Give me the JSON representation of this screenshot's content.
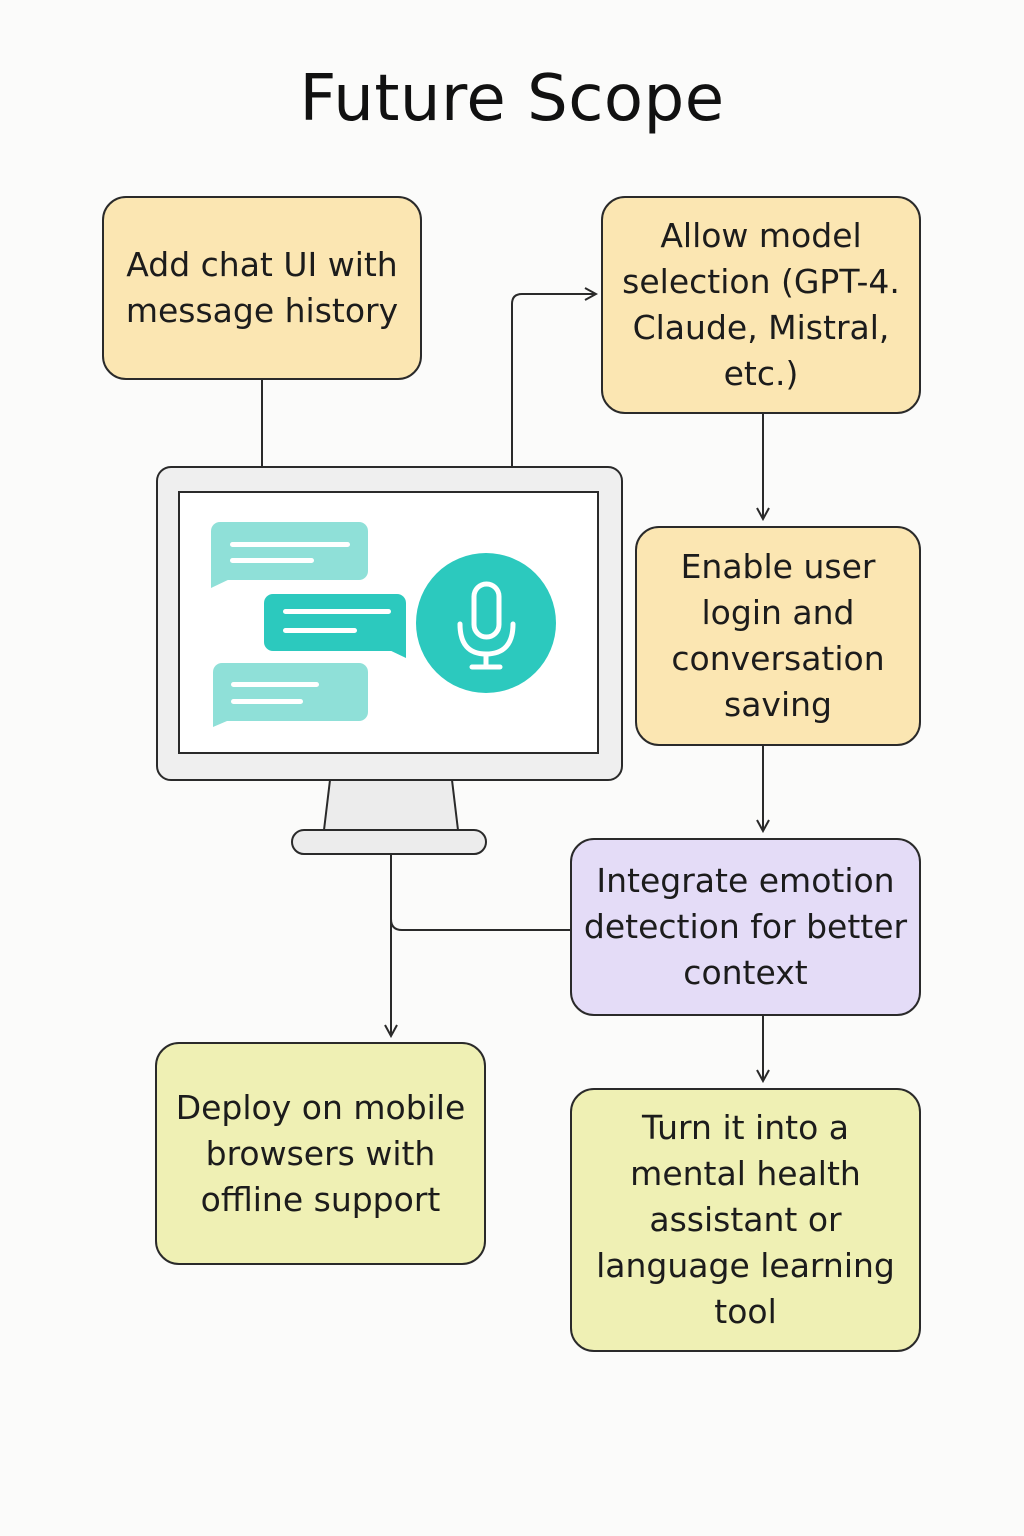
{
  "title": "Future Scope",
  "boxes": {
    "chat_ui": "Add chat UI with message history",
    "model_selection": "Allow model selection (GPT-4. Claude, Mistral, etc.)",
    "user_login": "Enable user login and conversation saving",
    "emotion_detection": "Integrate emotion detection for better context",
    "mobile_deploy": "Deploy on mobile browsers with offline support",
    "assistant_tool": "Turn it into a mental health assistant or language learning tool"
  },
  "colors": {
    "box_orange": "#fbe6b2",
    "box_purple": "#e4dcf7",
    "box_lime": "#eff0b4",
    "teal_light": "#8fe0d8",
    "teal": "#2cc9be",
    "line": "#2a2a2a"
  },
  "illustration": {
    "device": "desktop-monitor",
    "icons": [
      "chat-bubble-icon",
      "chat-bubble-icon",
      "chat-bubble-icon",
      "microphone-icon"
    ]
  }
}
